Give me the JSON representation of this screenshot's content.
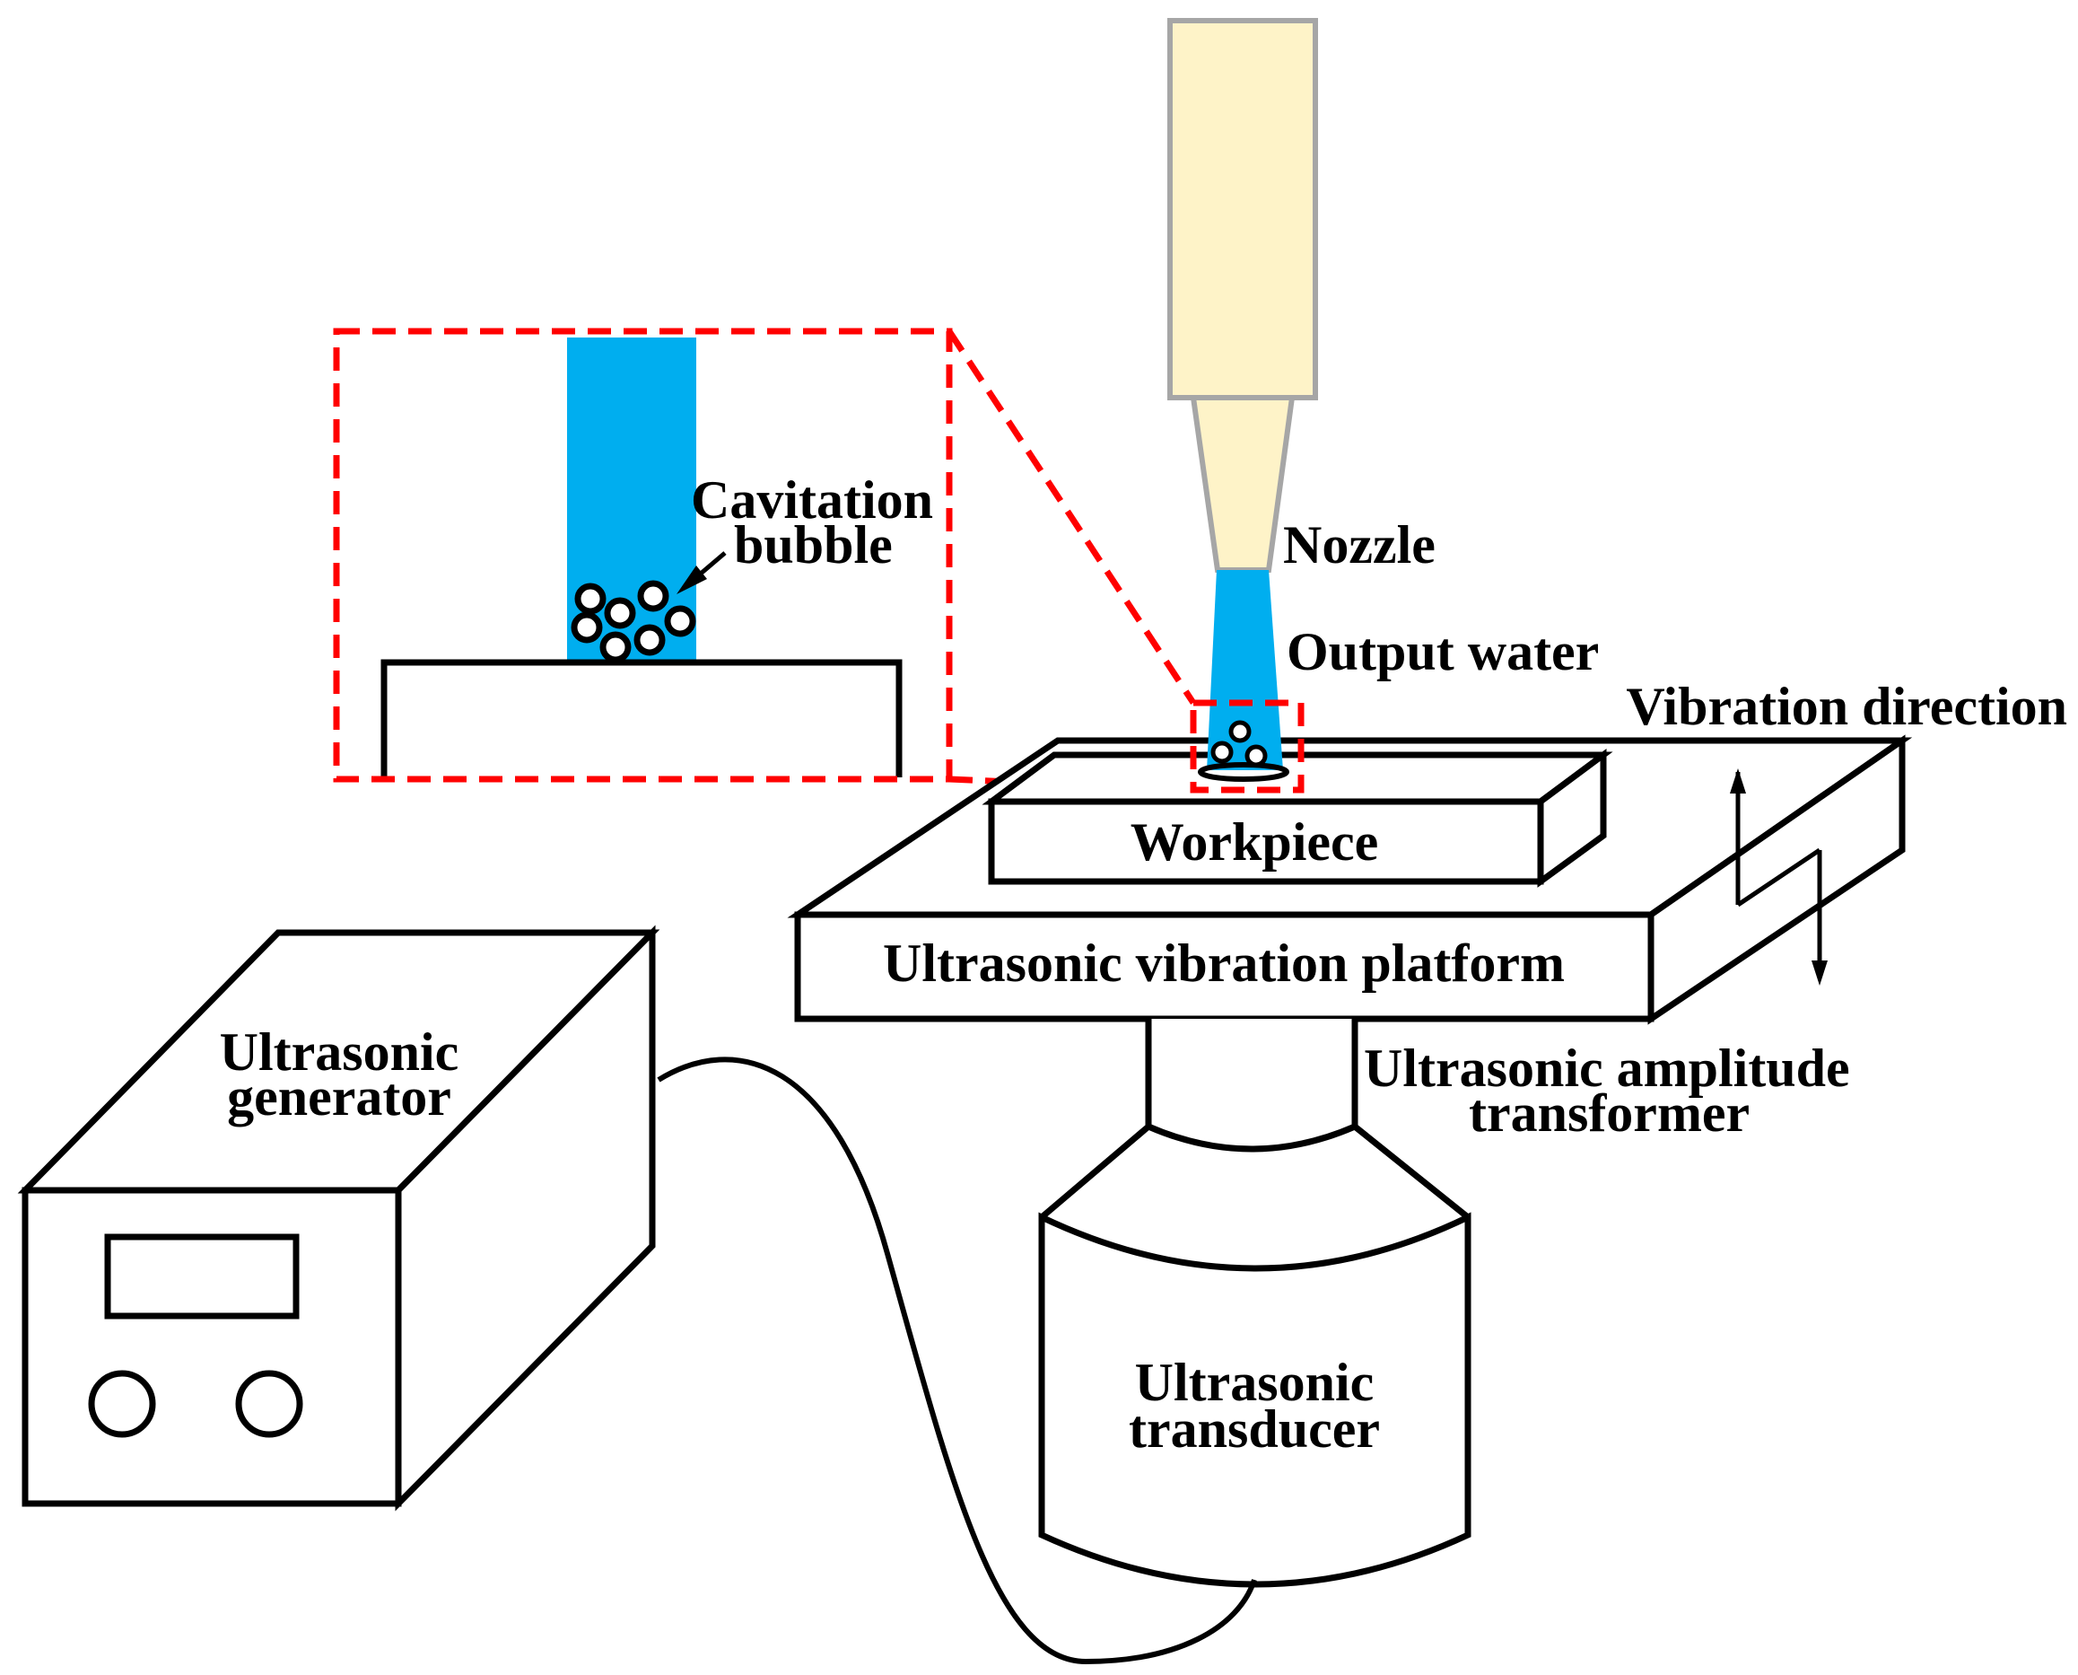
{
  "labels": {
    "nozzle": "Nozzle",
    "output_water": "Output water",
    "cavitation_line1": "Cavitation",
    "cavitation_line2": "bubble",
    "vibration_direction": "Vibration direction",
    "workpiece": "Workpiece",
    "platform": "Ultrasonic vibration platform",
    "amplitude_line1": "Ultrasonic amplitude",
    "amplitude_line2": "transformer",
    "generator_line1": "Ultrasonic",
    "generator_line2": "generator",
    "transducer_line1": "Ultrasonic",
    "transducer_line2": "transducer"
  },
  "colors": {
    "water": "#00aeef",
    "nozzle_fill": "#fef3c8",
    "nozzle_stroke": "#a6a6a6",
    "highlight": "#ff0000",
    "line": "#000000"
  }
}
